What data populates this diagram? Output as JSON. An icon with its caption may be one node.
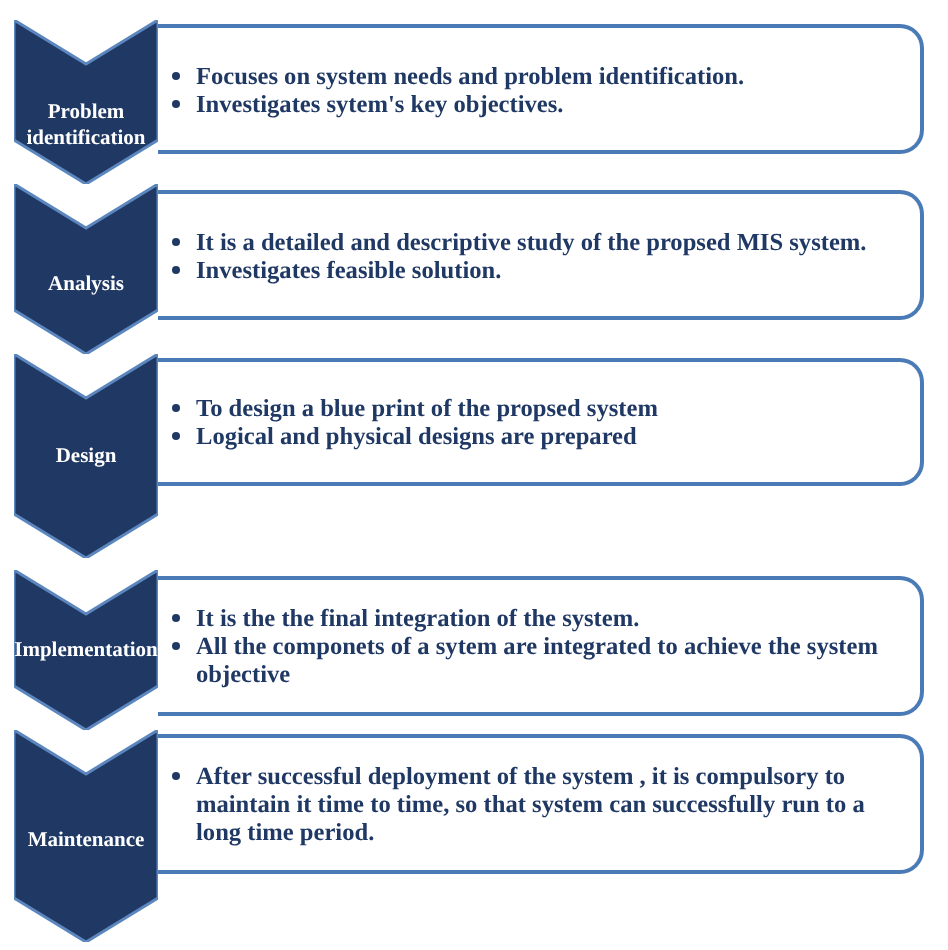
{
  "diagram": {
    "nodes": [
      {
        "text": [
          "Problem identification"
        ]
      },
      {
        "text": [
          "Focuses on system needs and problem identification.",
          "Investigates sytem's key objectives."
        ]
      },
      {
        "text": [
          "Analysis"
        ]
      },
      {
        "text": [
          "It is a detailed and descriptive study of the propsed MIS system.",
          "Investigates feasible solution."
        ]
      },
      {
        "text": [
          "Design"
        ]
      },
      {
        "text": [
          "To design a blue print of the propsed system",
          "Logical and physical designs are prepared"
        ]
      },
      {
        "text": [
          "Implementation"
        ]
      },
      {
        "text": [
          "It is the the final integration of the system.",
          "All the componets of a sytem are integrated to achieve the system objective"
        ]
      },
      {
        "text": [
          "Maintenance"
        ]
      },
      {
        "text": [
          "After successful deployment of the system , it is compulsory to maintain it time to time, so that system can successfully run to a long time period."
        ]
      }
    ]
  }
}
